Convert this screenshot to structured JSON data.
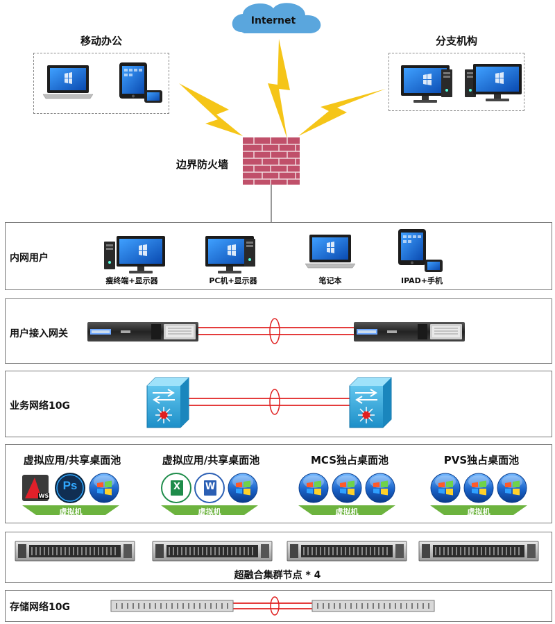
{
  "cloud": {
    "label": "Internet"
  },
  "mobile_office": {
    "title": "移动办公"
  },
  "branch": {
    "title": "分支机构"
  },
  "firewall": {
    "label": "边界防火墙"
  },
  "intranet": {
    "title": "内网用户",
    "devices": [
      {
        "label": "瘦终端+显示器"
      },
      {
        "label": "PC机+显示器"
      },
      {
        "label": "笔记本"
      },
      {
        "label": "IPAD+手机"
      }
    ]
  },
  "gateway": {
    "title": "用户接入网关"
  },
  "business_net": {
    "title": "业务网络10G"
  },
  "pools": [
    {
      "title": "虚拟应用/共享桌面池",
      "vm_label": "虚拟机"
    },
    {
      "title": "虚拟应用/共享桌面池",
      "vm_label": "虚拟机"
    },
    {
      "title": "MCS独占桌面池",
      "vm_label": "虚拟机"
    },
    {
      "title": "PVS独占桌面池",
      "vm_label": "虚拟机"
    }
  ],
  "app_icons": {
    "ws": "WS",
    "ps": "Ps",
    "excel": "X",
    "word": "W"
  },
  "cluster": {
    "label": "超融合集群节点 * 4"
  },
  "storage": {
    "title": "存储网络10G"
  },
  "colors": {
    "red_link": "#e02020",
    "lightning": "#f5c518",
    "brick": "#c0506a",
    "switch": "#3bb0e0"
  }
}
